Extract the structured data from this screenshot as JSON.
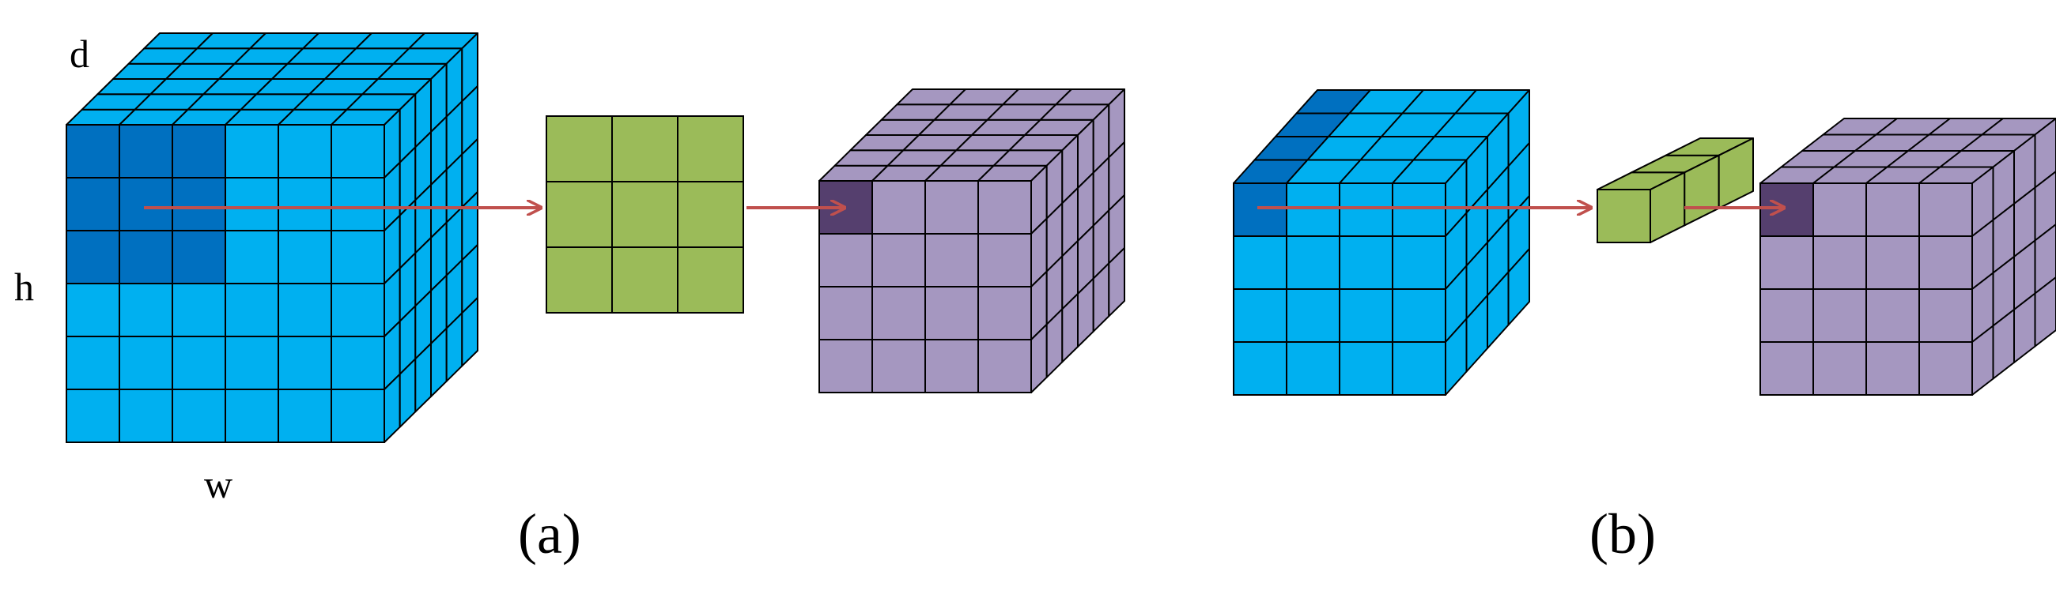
{
  "labels": {
    "depth": "d",
    "height": "h",
    "width": "w",
    "panel_a": "(a)",
    "panel_b": "(b)"
  },
  "colors": {
    "input_face": "#00b0f0",
    "input_highlight": "#0070c0",
    "kernel": "#9bbb59",
    "output_face": "#a597c0",
    "output_highlight": "#553f6e",
    "arrow": "#c0504d",
    "grid_line": "#000000"
  },
  "panels": [
    {
      "name": "a",
      "input": {
        "cols": 6,
        "rows": 6,
        "depth": 6,
        "highlight_front": [
          3,
          3
        ],
        "highlight_top": [
          0,
          0
        ]
      },
      "kernel": {
        "type": "square",
        "cols": 3,
        "rows": 3
      },
      "output": {
        "cols": 4,
        "rows": 4,
        "depth": 6,
        "highlight_front": [
          1,
          1
        ]
      }
    },
    {
      "name": "b",
      "input": {
        "cols": 4,
        "rows": 4,
        "depth": 4,
        "highlight_front": [
          1,
          1
        ],
        "highlight_top": [
          1,
          4
        ]
      },
      "kernel": {
        "type": "cube",
        "cols": 1,
        "rows": 1,
        "depth": 3
      },
      "output": {
        "cols": 4,
        "rows": 4,
        "depth": 4,
        "highlight_front": [
          1,
          1
        ]
      }
    }
  ]
}
